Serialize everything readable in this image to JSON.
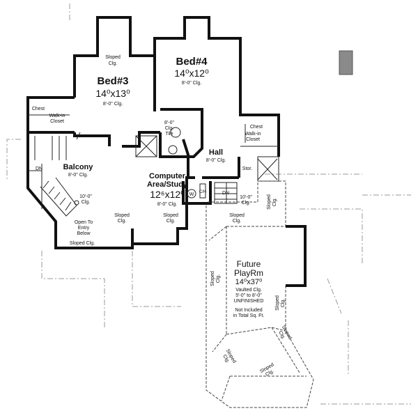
{
  "plan": {
    "bed3": {
      "name": "Bed#3",
      "size": "14⁰x13⁰",
      "ceiling": "8'-0\" Clg.",
      "top_ceiling": [
        "Sloped",
        "Clg."
      ]
    },
    "bed4": {
      "name": "Bed#4",
      "size": "14⁰x12⁰",
      "ceiling": "8'-0\" Clg."
    },
    "closet_left": {
      "chest": "Chest",
      "label": [
        "Walk-in",
        "Closet"
      ]
    },
    "closet_right": {
      "chest": "Chest",
      "label": [
        "Walk-in",
        "Closet"
      ]
    },
    "bath": {
      "label": [
        "8'-0\"",
        "Clg.",
        "Tile"
      ]
    },
    "hall": {
      "name": "Hall",
      "ceiling": "8'-0\" Clg."
    },
    "storage": "Stor.",
    "balcony": {
      "name": "Balcony",
      "ceiling": "8'-0\" Clg.",
      "stair": "DN"
    },
    "study": {
      "name": [
        "Computer",
        "Area/Study"
      ],
      "size": "12⁶x12⁰",
      "ceiling": "8'-0\" Clg."
    },
    "washer": "W",
    "closet_ch": "C/H",
    "stair_right": {
      "label": "DN",
      "ceiling": [
        "10'-0\"",
        "Clg."
      ]
    },
    "foyer": {
      "ceiling": [
        "10'-0\"",
        "Clg."
      ],
      "open": [
        "Open To",
        "Entry",
        "Below"
      ],
      "sloped": "Sloped Clg."
    },
    "sloped_label": [
      "Sloped",
      "Clg."
    ],
    "playroom": {
      "name": [
        "Future",
        "PlayRm"
      ],
      "size": "14⁰x37⁰",
      "notes": [
        "Vaulted Clg.",
        "5'-0\" to 8'-0\"",
        "UNFINISHED"
      ],
      "footnote": [
        "Not Included",
        "in Total Sq. Ft."
      ]
    }
  },
  "colors": {
    "wall": "#111111",
    "marker": "#8a8a8a"
  }
}
